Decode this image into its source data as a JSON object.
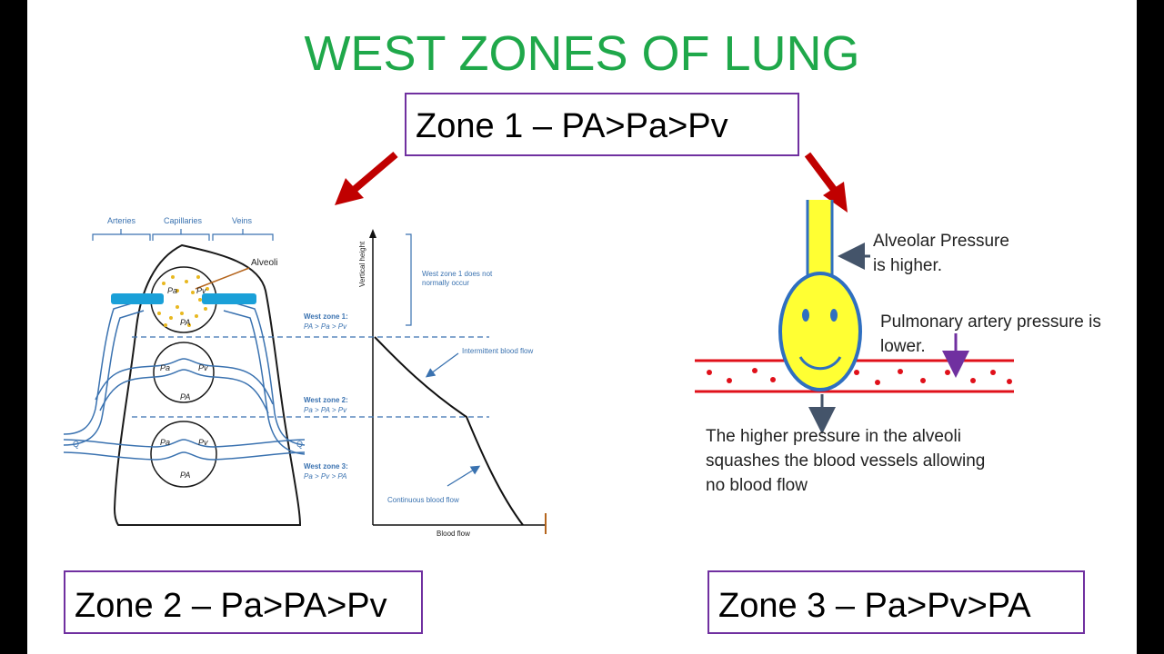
{
  "title": "WEST ZONES OF LUNG",
  "zones": {
    "zone1": "Zone 1 – PA>Pa>Pv",
    "zone2": "Zone 2 – Pa>PA>Pv",
    "zone3": "Zone 3 – Pa>Pv>PA"
  },
  "left_figure": {
    "header_labels": [
      "Arteries",
      "Capillaries",
      "Veins"
    ],
    "alveoli_label": "Alveoli",
    "pressure_labels": {
      "pa": "Pa",
      "pv": "Pv",
      "pA": "PA"
    },
    "flow_left": "Q̇",
    "flow_right": "Q̇"
  },
  "graph": {
    "y_axis_label": "Vertical height",
    "x_axis_label": "Blood flow",
    "note_zone1": [
      "West zone 1 does not",
      "normally occur"
    ],
    "zone1_title": "West zone 1:",
    "zone1_eq": "PA > Pa > Pv",
    "zone2_title": "West zone 2:",
    "zone2_eq": "Pa > PA > Pv",
    "zone3_title": "West zone 3:",
    "zone3_eq": "Pa > Pv > PA",
    "intermittent": "Intermittent blood flow",
    "continuous": "Continuous blood flow"
  },
  "right_figure": {
    "alveolar_pressure": [
      "Alveolar Pressure",
      "is higher."
    ],
    "pulmonary_pressure": [
      "Pulmonary artery pressure is",
      "lower."
    ],
    "explanation": [
      "The higher pressure in the alveoli",
      "squashes the blood vessels allowing",
      "no blood flow"
    ]
  },
  "colors": {
    "title": "#1fa84a",
    "box_border": "#7030a0",
    "arrow_red": "#c00000",
    "diagram_blue": "#3a72b0",
    "vessel_red": "#e0101a",
    "face_yellow": "#ffff33",
    "face_outline": "#2f6fc0"
  }
}
